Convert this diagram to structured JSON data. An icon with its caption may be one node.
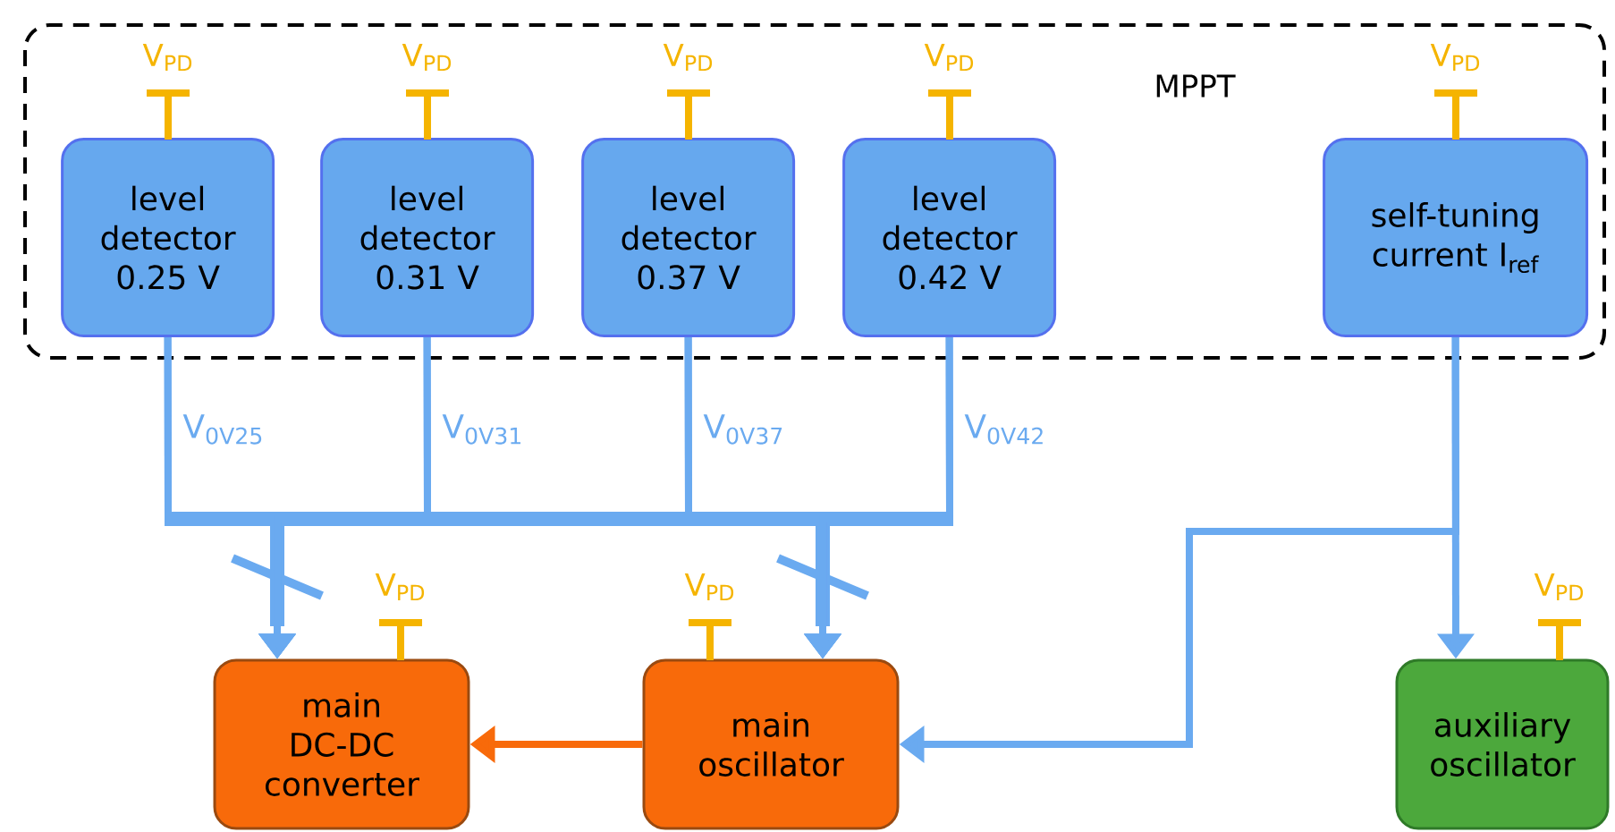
{
  "diagram": {
    "nodes": [
      {
        "text": [
          "MPPT"
        ]
      },
      {
        "text": [
          "level detector 0.25 V"
        ],
        "in": 0,
        "beside": [
          "V$_{PD}$"
        ]
      },
      {
        "text": [
          "level detector 0.31 V"
        ],
        "in": 0,
        "beside": [
          "V$_{PD}$"
        ]
      },
      {
        "text": [
          "level detector 0.37 V"
        ],
        "in": 0,
        "beside": [
          "V$_{PD}$"
        ]
      },
      {
        "text": [
          "level detector 0.42 V"
        ],
        "in": 0,
        "beside": [
          "V$_{PD}$"
        ]
      },
      {
        "text": [
          "self-tuning current I$_{ref}$"
        ],
        "in": 0,
        "beside": [
          "V$_{PD}$"
        ]
      },
      {
        "text": [
          "main DC-DC converter"
        ],
        "beside": [
          "V$_{PD}$"
        ]
      },
      {
        "text": [
          "main oscillator"
        ],
        "beside": [
          "V$_{PD}$"
        ]
      },
      {
        "text": [
          "auxiliary oscillator"
        ],
        "beside": [
          "V$_{PD}$"
        ]
      }
    ],
    "edges": [
      {
        "from": 1,
        "to": 6,
        "arrow": "to",
        "label": "V$_{0V25}$"
      },
      {
        "from": 1,
        "to": 7,
        "arrow": "to"
      },
      {
        "from": 2,
        "to": 6,
        "arrow": "to",
        "label": "V$_{0V31}$"
      },
      {
        "from": 2,
        "to": 7,
        "arrow": "to"
      },
      {
        "from": 3,
        "to": 6,
        "arrow": "to",
        "label": "V$_{0V37}$"
      },
      {
        "from": 3,
        "to": 7,
        "arrow": "to"
      },
      {
        "from": 4,
        "to": 6,
        "arrow": "to",
        "label": "V$_{0V42}$"
      },
      {
        "from": 4,
        "to": 7,
        "arrow": "to"
      },
      {
        "from": 5,
        "to": 8,
        "arrow": "to"
      },
      {
        "from": 5,
        "to": 7,
        "arrow": "to"
      },
      {
        "from": 7,
        "to": 6,
        "arrow": "to",
        "color": "#f86a0a"
      }
    ]
  }
}
